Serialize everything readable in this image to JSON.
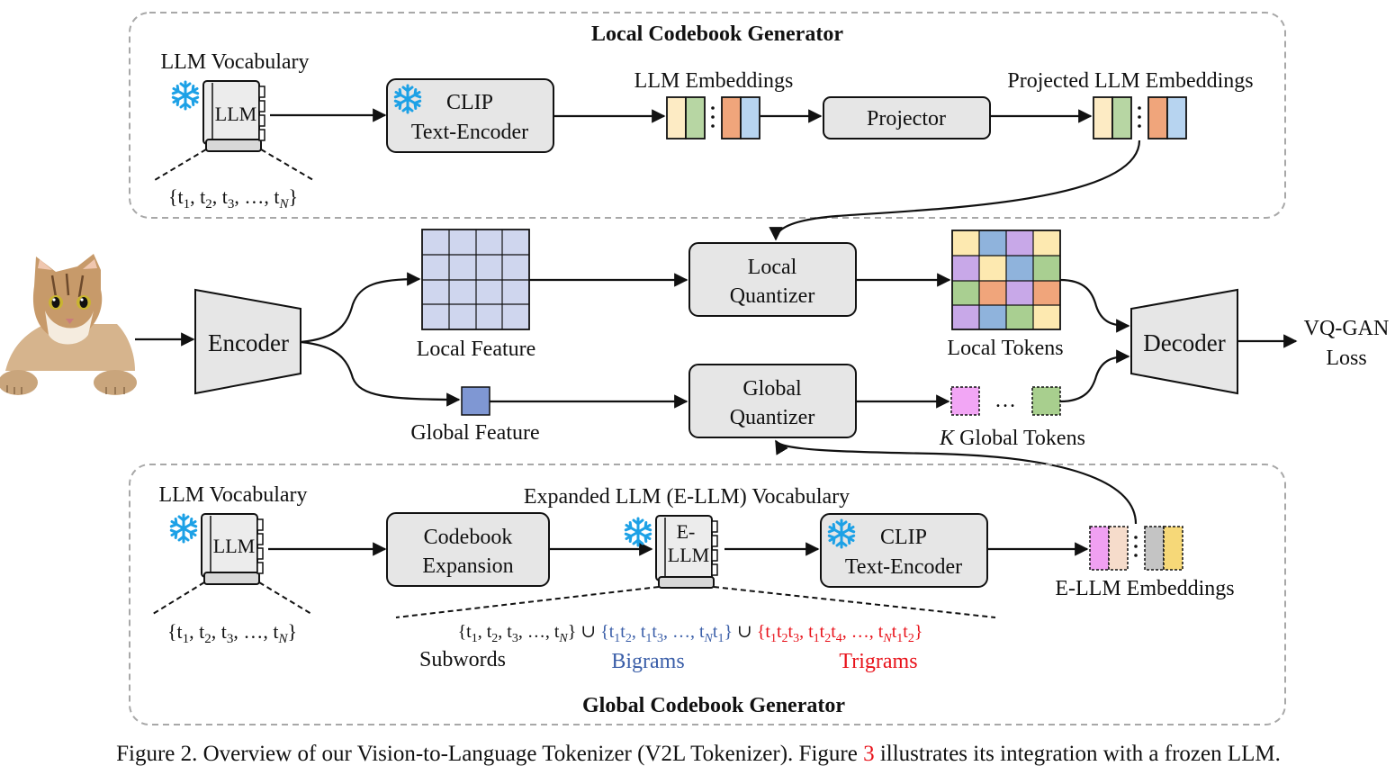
{
  "local_generator": {
    "title": "Local Codebook Generator",
    "vocab_label": "LLM Vocabulary",
    "book_label": "LLM",
    "token_set": {
      "open": "{t",
      "sub1": "1",
      "s2": ", t",
      "sub2": "2",
      "s3": ", t",
      "sub3": "3",
      "s4": ", …, t",
      "subN": "N",
      "close": "}"
    },
    "clip": {
      "line1": "CLIP",
      "line2": "Text-Encoder"
    },
    "embeddings_label": "LLM Embeddings",
    "projector_label": "Projector",
    "projected_label": "Projected LLM Embeddings"
  },
  "main": {
    "encoder_label": "Encoder",
    "local_feature_label": "Local Feature",
    "global_feature_label": "Global Feature",
    "local_quantizer": {
      "line1": "Local",
      "line2": "Quantizer"
    },
    "global_quantizer": {
      "line1": "Global",
      "line2": "Quantizer"
    },
    "local_tokens_label": "Local Tokens",
    "global_tokens_k": "K",
    "global_tokens_label": " Global Tokens",
    "ellipsis": "…",
    "decoder_label": "Decoder",
    "loss": {
      "line1": "VQ-GAN",
      "line2": "Loss"
    }
  },
  "global_generator": {
    "title": "Global Codebook Generator",
    "vocab_label": "LLM Vocabulary",
    "book_label": "LLM",
    "token_set": {
      "open": "{t",
      "sub1": "1",
      "s2": ", t",
      "sub2": "2",
      "s3": ", t",
      "sub3": "3",
      "s4": ", …, t",
      "subN": "N",
      "close": "}"
    },
    "expansion": {
      "line1": "Codebook",
      "line2": "Expansion"
    },
    "expanded_vocab_label": "Expanded LLM (E-LLM) Vocabulary",
    "ebook": {
      "line1": "E-",
      "line2": "LLM"
    },
    "clip": {
      "line1": "CLIP",
      "line2": "Text-Encoder"
    },
    "embeddings_label": "E-LLM Embeddings",
    "subwords_label": "Subwords",
    "bigrams_label": "Bigrams",
    "trigrams_label": "Trigrams"
  },
  "caption": {
    "before": "Figure 2. Overview of our Vision-to-Language Tokenizer (V2L Tokenizer). Figure ",
    "ref": "3",
    "after": " illustrates its integration with a frozen LLM."
  },
  "colors": {
    "box_fill": "#e6e6e6",
    "frame_stroke": "#a8a8a8",
    "snowflake": "#1da1e6",
    "bigram_blue": "#3a5ea8",
    "trigram_red": "#e8121a",
    "caption_ref_red": "#e8121a",
    "feature_grid": "#cfd6ee",
    "global_feature": "#7f97d3",
    "emb_yellow": "#fdebc4",
    "emb_green": "#b7d6a3",
    "emb_orange": "#f0a57b",
    "emb_blue": "#b7d4f0",
    "token_pink": "#f2a6f5",
    "token_green": "#a8cf8e",
    "tok_purple": "#c8a8e8",
    "tok_blue": "#8fb3dc",
    "tok_yellow": "#fde9b0",
    "tok_green": "#a9cf91",
    "tok_orange": "#f0a57b",
    "e_pink": "#f0a0f2",
    "e_peach": "#f6dccb",
    "e_gray": "#c4c4c4",
    "e_yellow": "#f6d878"
  },
  "icons": [
    "snowflake-icon",
    "book-icon",
    "cat-image"
  ]
}
